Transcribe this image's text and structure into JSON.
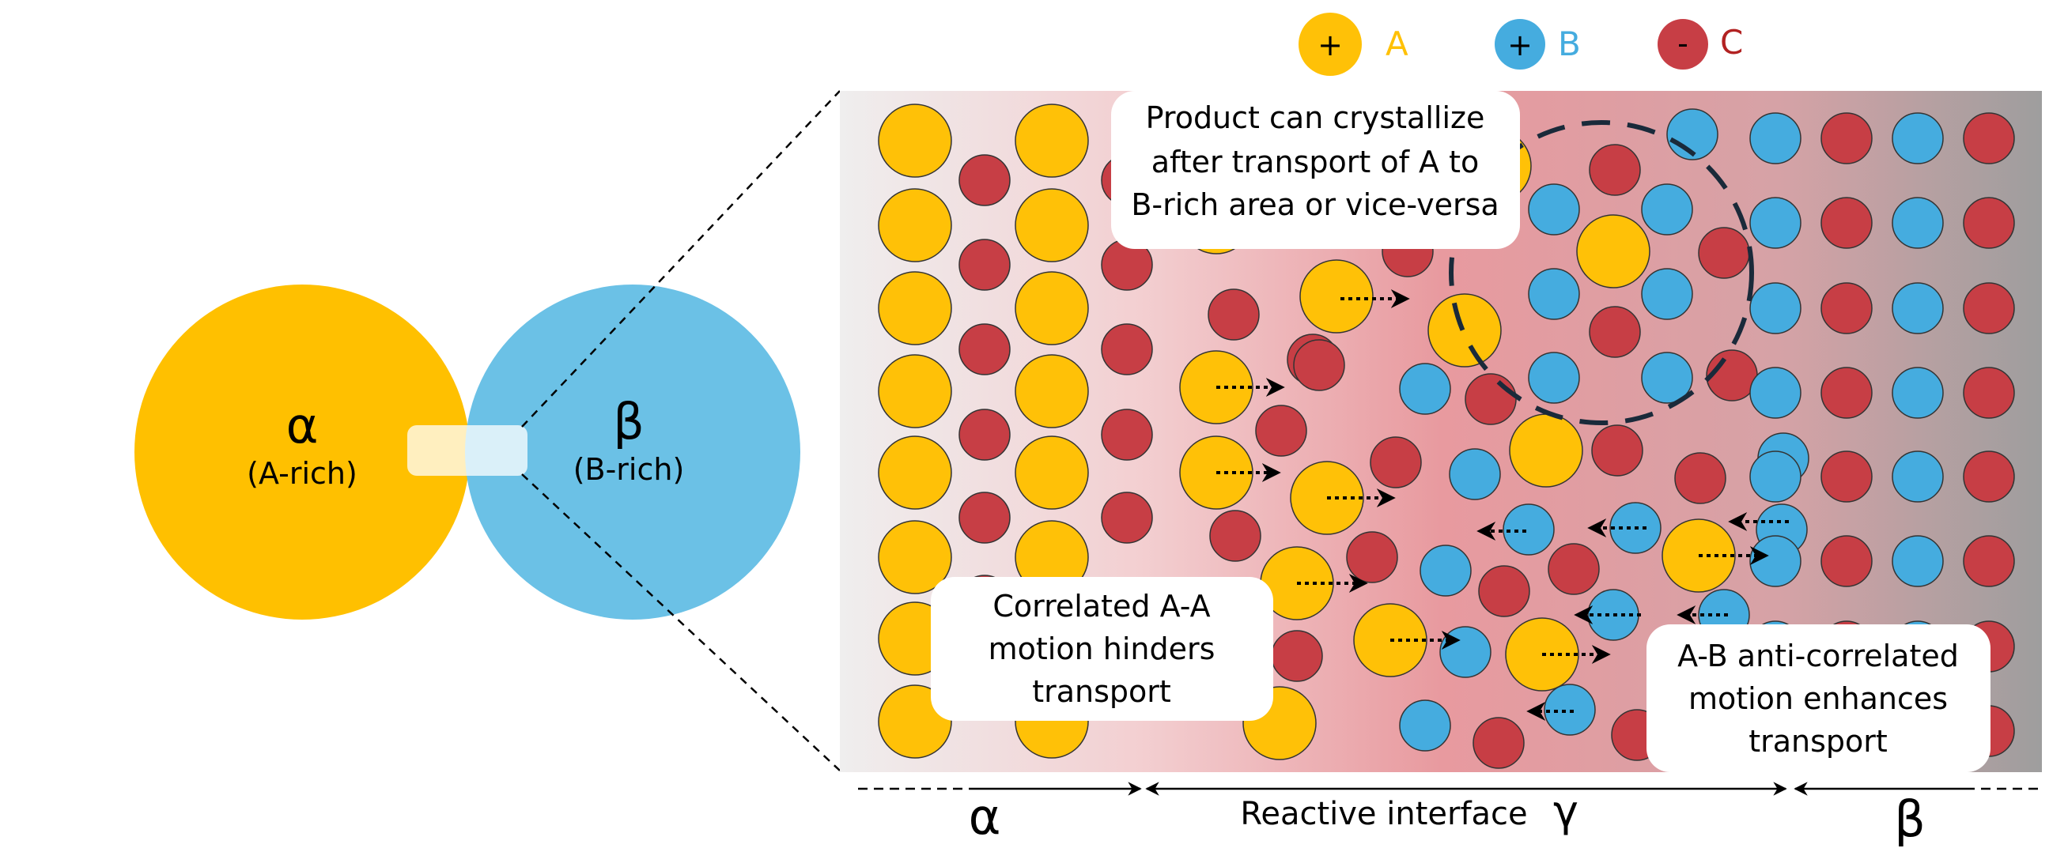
{
  "colors": {
    "A": "#FFC107",
    "B": "#45ACDF",
    "C": "#C73E45",
    "alpha_phase": "#FFC000",
    "beta_phase": "#6BC1E6",
    "text_dark": "#000000",
    "text_C": "#B22222"
  },
  "legend": [
    {
      "key": "A",
      "sign": "+",
      "label": "A"
    },
    {
      "key": "B",
      "sign": "+",
      "label": "B"
    },
    {
      "key": "C",
      "sign": "-",
      "label": "C"
    }
  ],
  "phases": {
    "alpha": {
      "symbol": "α",
      "sub": "(A-rich)"
    },
    "beta": {
      "symbol": "β",
      "sub": "(B-rich)"
    }
  },
  "callouts": {
    "crystallize": [
      "Product can crystallize",
      "after transport of A to",
      "B-rich area or vice-versa"
    ],
    "correlated": [
      "Correlated A-A",
      "motion hinders",
      "transport"
    ],
    "anticorrelated": [
      "A-B anti-correlated",
      "motion enhances",
      "transport"
    ]
  },
  "axis": {
    "alpha": "α",
    "interface": "Reactive interface",
    "gamma": "γ",
    "beta": "β"
  }
}
